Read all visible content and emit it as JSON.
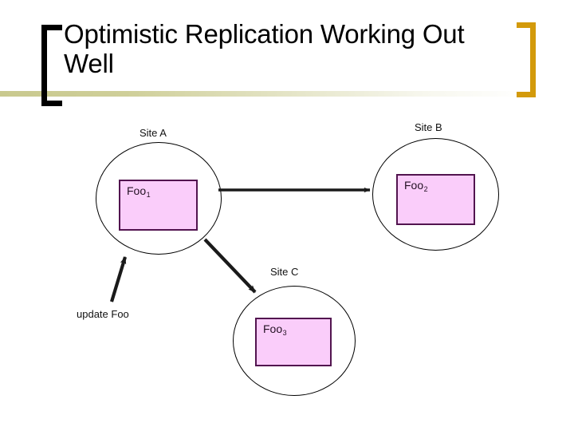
{
  "slide": {
    "title": "Optimistic Replication Working Out Well",
    "bracket_left_color": "#000000",
    "bracket_right_color": "#D39A0B",
    "band_color": "#c9c98e",
    "background": "#ffffff"
  },
  "diagram": {
    "box_fill": "#FACDFA",
    "box_border": "#52144F",
    "circle_stroke": "#000000",
    "arrow_color": "#1a1a1a",
    "sites": [
      {
        "id": "site-a",
        "label": "Site A",
        "replica_base": "Foo",
        "replica_version": "1",
        "replica_label": "Foo1"
      },
      {
        "id": "site-b",
        "label": "Site B",
        "replica_base": "Foo",
        "replica_version": "2",
        "replica_label": "Foo2"
      },
      {
        "id": "site-c",
        "label": "Site C",
        "replica_base": "Foo",
        "replica_version": "3",
        "replica_label": "Foo3"
      }
    ],
    "annotations": [
      {
        "id": "update-foo",
        "label": "update Foo"
      }
    ],
    "edges": [
      {
        "id": "a-to-b",
        "from": "site-a",
        "to": "site-b"
      },
      {
        "id": "a-to-c",
        "from": "site-a",
        "to": "site-c"
      },
      {
        "id": "update-to-a",
        "from": "update-foo",
        "to": "site-a"
      }
    ]
  }
}
